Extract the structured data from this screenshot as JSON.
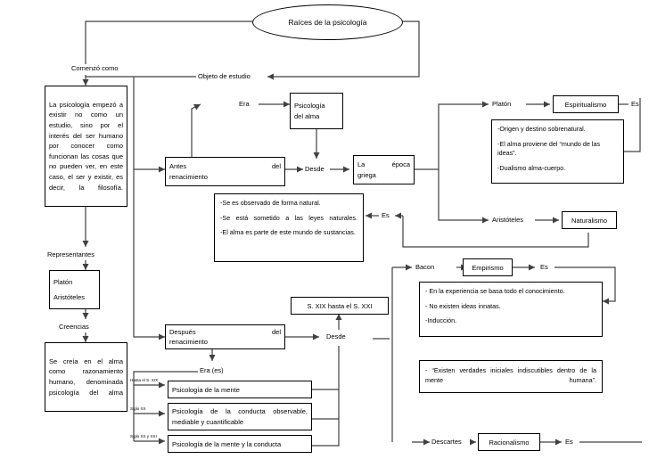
{
  "title": {
    "text": "Raíces de la psicología"
  },
  "connector_labels": {
    "comenzo_como": "Comenzó como",
    "objeto_de_estudio": "Objeto de estudio",
    "era": "Era",
    "desde_1": "Desde",
    "desde_2": "Desde",
    "representantes": "Representantes",
    "creencias": "Creencias",
    "era_es": "Era (es)",
    "es_griega": "Es",
    "es_platon": "Es",
    "es_bacon": "Es",
    "es_descartes": "Es",
    "hasta_s_xix": "Hasta el S. XIX",
    "siglo_xx": "Siglo XX",
    "siglo_xx_y_xxi": "Siglo XX y XXI"
  },
  "nodes": {
    "intro": {
      "text": "La psicología empezó a existir no como un estudio, sino por el interés del ser humano por conocer como funcionan las cosas que no pueden ver, en este caso, el ser y existir, es decir, la filosofía."
    },
    "representantes_box": {
      "line1": "Platón",
      "line2": "Aristóteles"
    },
    "creencias_box": {
      "text": "Se creía en el alma como razonamiento humano, denominada psicología del alma"
    },
    "antes_renacimiento": {
      "line1": "Antes",
      "line2": "del",
      "line3": "renacimiento"
    },
    "despues_renacimiento": {
      "line1": "Después",
      "line2": "del",
      "line3": "renacimiento"
    },
    "psicologia_del_alma": {
      "line1": "Psicología",
      "line2": "del alma"
    },
    "epoca_griega": {
      "line1": "La",
      "line2": "época",
      "line3": "griega"
    },
    "siglo_xix_xxi": {
      "text": "S. XIX hasta el S. XXI"
    },
    "espiritualismo": {
      "text": "Espiritualismo"
    },
    "naturalismo": {
      "text": "Naturalismo"
    },
    "empirismo": {
      "text": "Empirismo"
    },
    "racionalismo": {
      "text": "Racionalismo"
    },
    "platon_node": {
      "text": "Platón"
    },
    "aristoteles_node": {
      "text": "Aristóteles"
    },
    "bacon_node": {
      "text": "Bacon"
    },
    "descartes_node": {
      "text": "Descartes"
    },
    "mente": {
      "text": "Psicología de la mente"
    },
    "conducta_observable": {
      "line1": "Psicología de la conducta observable,",
      "line2": "mediable y cuantificable"
    },
    "mente_y_conducta": {
      "text": "Psicología de la mente y la conducta"
    }
  },
  "bullet_boxes": {
    "naturalismo_traits": {
      "items": [
        "-Se es observado de forma natural.",
        "-Se está sometido a las leyes naturales.",
        "-El alma es parte de este mundo de sustancias."
      ]
    },
    "espiritualismo_traits": {
      "items": [
        "-Origen y destino sobrenatural.",
        "-El alma proviene del “mundo de las ideas”.",
        "-Dualismo alma-cuerpo."
      ]
    },
    "empirismo_traits": {
      "items": [
        "- En la experiencia se basa todo el conocimiento.",
        "- No existen ideas innatas.",
        "-Inducción."
      ]
    },
    "racionalismo_traits": {
      "items": [
        "- “Existen verdades iniciales indiscutibles dentro de la mente humana”."
      ]
    }
  },
  "style": {
    "line_color": "#404040",
    "border_color": "#000000",
    "background": "#ffffff"
  }
}
